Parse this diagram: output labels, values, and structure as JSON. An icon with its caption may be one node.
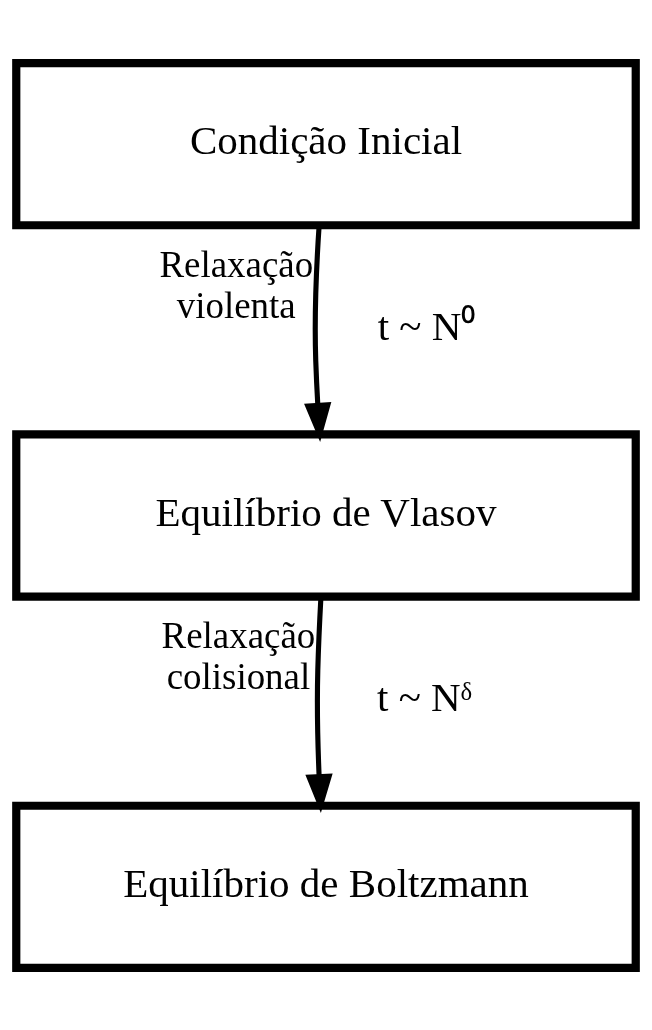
{
  "diagram": {
    "nodes": [
      {
        "text": [
          "Condição Inicial"
        ]
      },
      {
        "text": [
          "Equilíbrio de Vlasov"
        ]
      },
      {
        "text": [
          "Equilíbrio de Boltzmann"
        ]
      }
    ],
    "edges": [
      {
        "from": 0,
        "to": 1,
        "arrow": "to",
        "label": "Relaxação violenta"
      },
      {
        "from": 1,
        "to": 2,
        "arrow": "to",
        "label": "Relaxação colisional"
      }
    ],
    "labels": [
      "t ~ N⁰",
      "t ~ Nᵟ"
    ]
  }
}
